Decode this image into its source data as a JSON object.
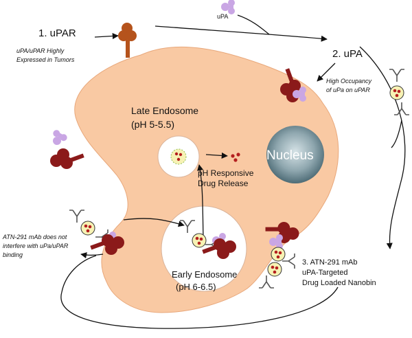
{
  "labels": {
    "upar_title": "1. uPAR",
    "upar_note_line1": "uPA/uPAR Highly",
    "upar_note_line2": "Expressed in Tumors",
    "upa_small": "uPA",
    "upa_title": "2. uPA",
    "occupancy_line1": "High Occupancy",
    "occupancy_line2": "of uPa on uPAR",
    "late_endosome_line1": "Late Endosome",
    "late_endosome_line2": "(pH 5-5.5)",
    "nucleus": "Nucleus",
    "release_line1": "pH Responsive",
    "release_line2": "Drug  Release",
    "atn_note_line1": "ATN-291 mAb does not",
    "atn_note_line2": "interfere with uPa/uPAR",
    "atn_note_line3": "binding",
    "early_endosome_line1": "Early Endosome",
    "early_endosome_line2": "(pH 6-6.5)",
    "nanobin_line1": "3. ATN-291 mAb",
    "nanobin_line2": "uPA-Targeted",
    "nanobin_line3": "Drug Loaded Nanobin"
  },
  "colors": {
    "cell_fill": "#f9c9a3",
    "cell_stroke": "#e8a77a",
    "receptor_dark": "#8b1a1a",
    "receptor_orange": "#b5531c",
    "upa_lilac": "#c9a6e4",
    "nanobin_yellow": "#f7f2b4",
    "nucleus_dark": "#4e6d78",
    "nucleus_light": "#c9d8dd",
    "endosome_white": "#ffffff"
  }
}
